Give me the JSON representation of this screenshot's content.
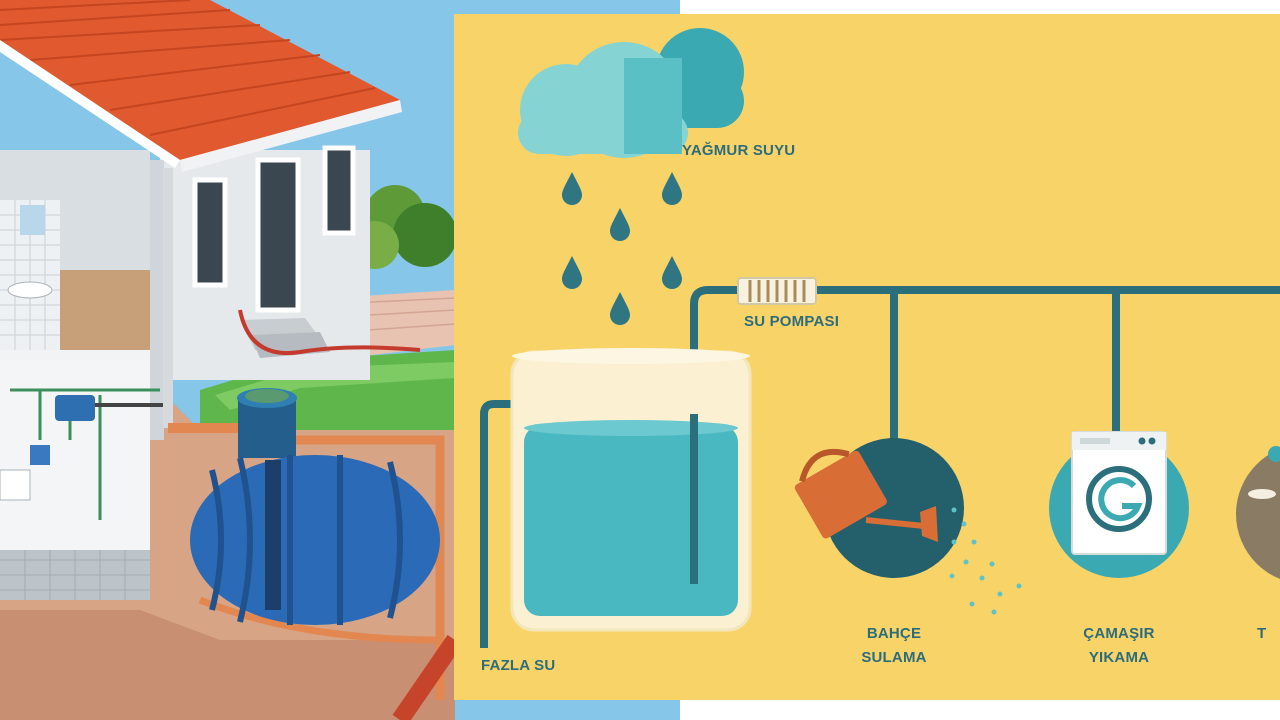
{
  "labels": {
    "rain": "YAĞMUR SUYU",
    "pump": "SU POMPASI",
    "overflow": "FAZLA SU",
    "garden": [
      "BAHÇE",
      "SULAMA"
    ],
    "laundry": [
      "ÇAMAŞIR",
      "YIKAMA"
    ],
    "toilet": "T"
  },
  "colors": {
    "panel": "#f8d468",
    "pipe": "#2b6f7c",
    "water": "#4ab8c1",
    "circle": "#245f6c",
    "label": "#2c6c7c",
    "roof": "#e25d32",
    "tank": "#2767b2",
    "sky": "#88c8ea",
    "soil": "#d9a688"
  },
  "icons": [
    "cloud-icon",
    "raindrop-icon",
    "pump-icon",
    "water-tank-icon",
    "watering-can-icon",
    "washing-machine-icon",
    "toilet-icon"
  ]
}
